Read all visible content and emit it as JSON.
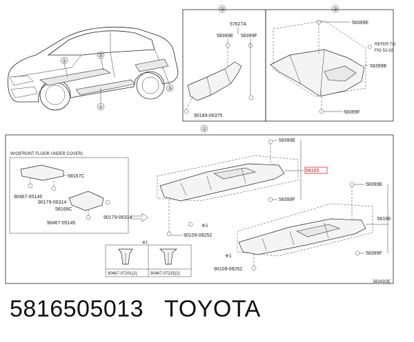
{
  "caption": {
    "part_number": "5816505013",
    "brand": "TOYOTA"
  },
  "diagram_code": "58343OE",
  "callouts": {
    "c1": "①",
    "c2": "②",
    "c3": "③"
  },
  "inset2": {
    "labels": [
      "57627A",
      "58399E",
      "58399F",
      "90189-06375"
    ]
  },
  "inset3": {
    "labels": [
      "58399E",
      "REFER TO",
      "FIG 52-02",
      "58399B",
      "58399F"
    ]
  },
  "main": {
    "floor_box_title": "W/O(FRONT FLOOR UNDER COVER)",
    "floor_labels": [
      "58167C",
      "90467-05145",
      "90179-06314",
      "58168C",
      "90179-06314",
      "90467-05145"
    ],
    "front_labels": [
      "58399E",
      "58165",
      "58399F",
      "90109-08252",
      "※1"
    ],
    "rear_labels": [
      "58399E",
      "58166",
      "58399F",
      "※1",
      "90109-08252"
    ],
    "clip_legend": {
      "mark": "※1",
      "items": [
        "90467-07201(2)",
        "90467-07215(2)"
      ]
    }
  }
}
